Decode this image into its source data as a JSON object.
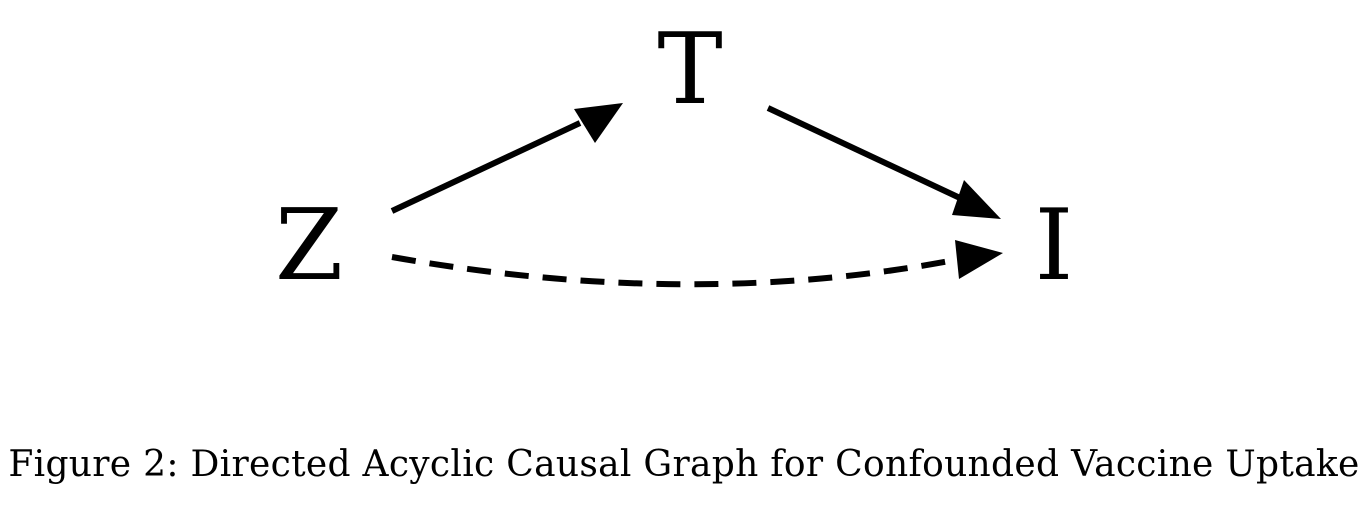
{
  "nodes": {
    "z": "Z",
    "t": "T",
    "i": "I"
  },
  "edges": [
    {
      "from": "Z",
      "to": "T",
      "style": "solid"
    },
    {
      "from": "T",
      "to": "I",
      "style": "solid"
    },
    {
      "from": "Z",
      "to": "I",
      "style": "dashed"
    }
  ],
  "caption": "Figure 2: Directed Acyclic Causal Graph for Confounded Vaccine Uptake",
  "colors": {
    "ink": "#000000",
    "background": "#ffffff"
  }
}
